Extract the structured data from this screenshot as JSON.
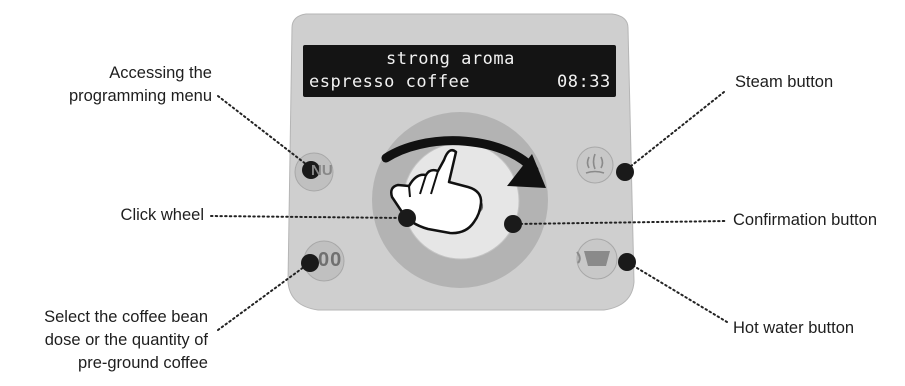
{
  "display": {
    "line1": "strong aroma",
    "line2_left": "espresso coffee",
    "line2_right": "08:33"
  },
  "buttons": {
    "menu_text": "NU",
    "dose_text": "00"
  },
  "labels": {
    "programming_menu": [
      "Accessing the",
      "programming menu"
    ],
    "click_wheel": "Click wheel",
    "dose": [
      "Select the coffee bean",
      "dose or the quantity of",
      "pre-ground coffee"
    ],
    "steam": "Steam button",
    "confirmation": "Confirmation button",
    "hot_water": "Hot water button"
  },
  "icons": {
    "menu_button": "menu-button-icon",
    "dose_button": "bean-dose-icon",
    "steam_button": "steam-icon",
    "hot_water_button": "hot-water-icon",
    "cup": "coffee-cup-icon",
    "hand": "pointing-hand-icon",
    "rotation": "rotation-arrow-icon"
  },
  "colors": {
    "panel": "#cfcfcf",
    "display": "#141414",
    "marker": "#1a1a1a"
  }
}
